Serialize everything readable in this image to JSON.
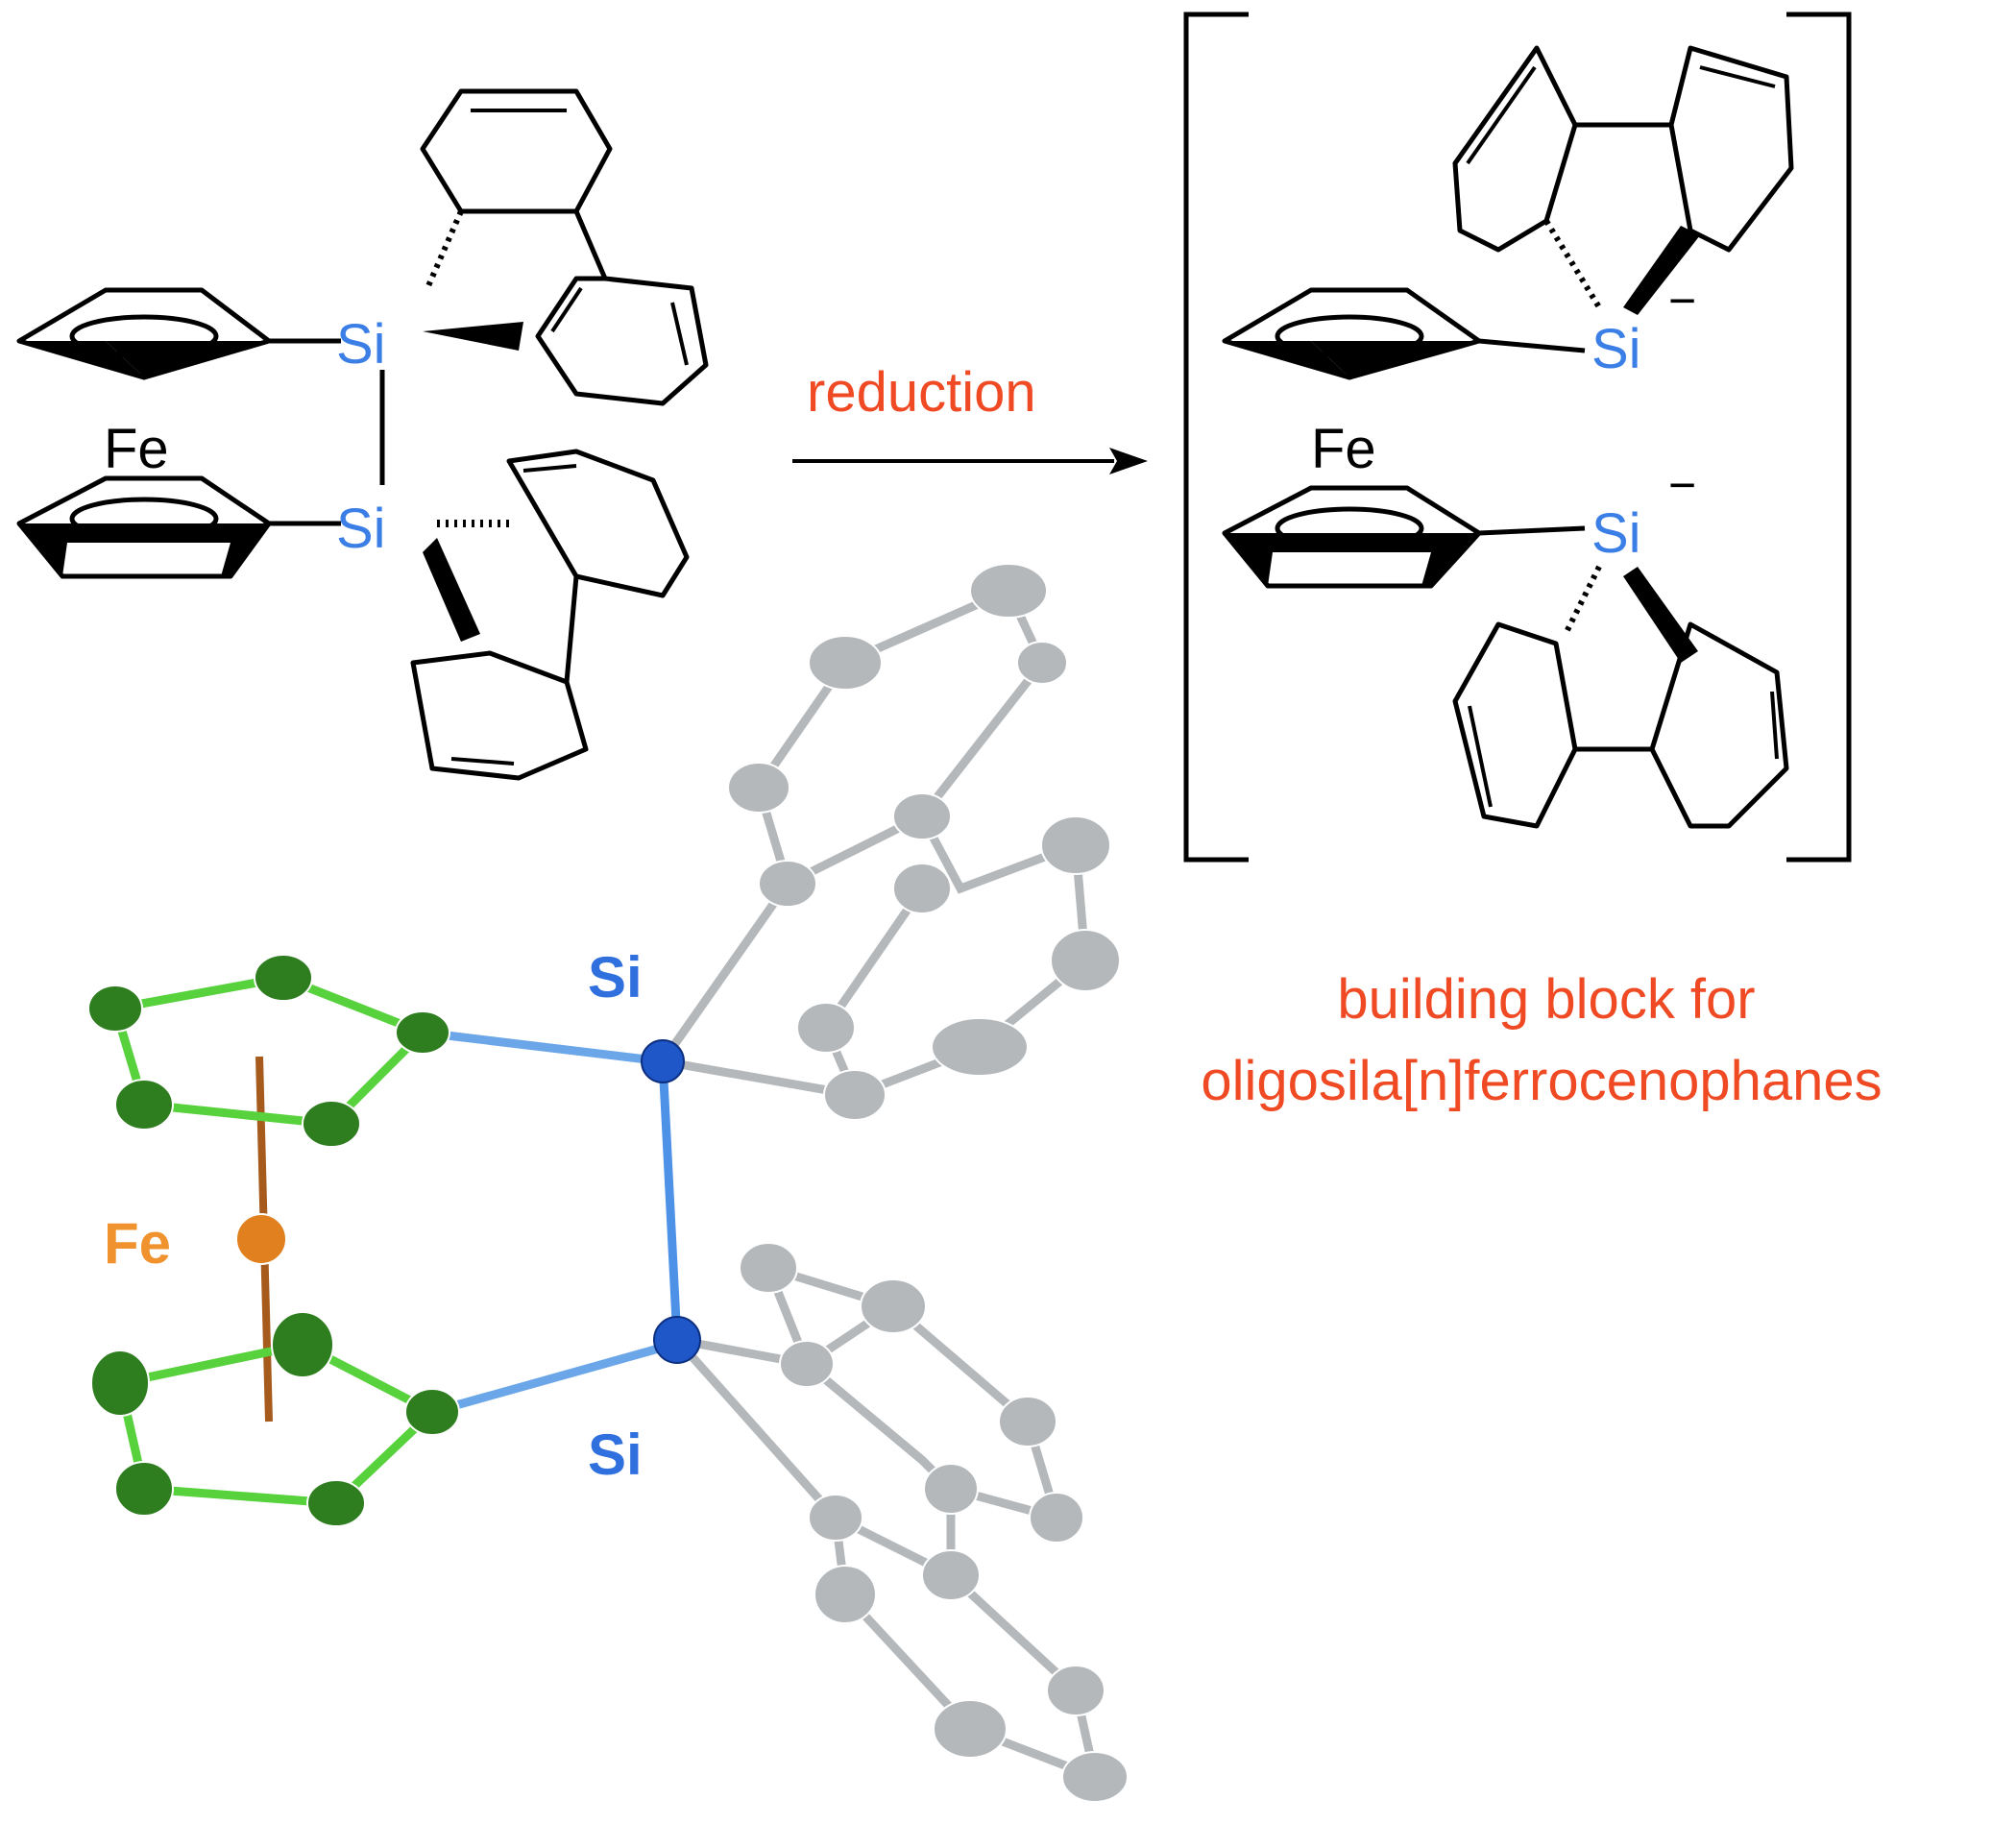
{
  "scheme": {
    "reactant": {
      "metal": "Fe",
      "silicon_top": "Si",
      "silicon_bottom": "Si"
    },
    "arrow_label": "reduction",
    "product": {
      "metal": "Fe",
      "silicon_top": "Si",
      "silicon_bottom": "Si",
      "charge_top": "−",
      "charge_bottom": "−"
    },
    "caption": {
      "line1": "building block for",
      "line2": "oligosila[n]ferrocenophanes"
    }
  },
  "crystal_structure": {
    "silicon_top": "Si",
    "silicon_bottom": "Si",
    "metal": "Fe"
  },
  "colors": {
    "label_red": "#ef4a23",
    "silicon_blue": "#3b7fe6",
    "cp_green": "#2e7d1f",
    "cp_bond_green": "#57d13c",
    "phenyl_grey": "#b5b8bb",
    "iron_orange": "#e0801e",
    "iron_axis_brown": "#a65a1c"
  }
}
